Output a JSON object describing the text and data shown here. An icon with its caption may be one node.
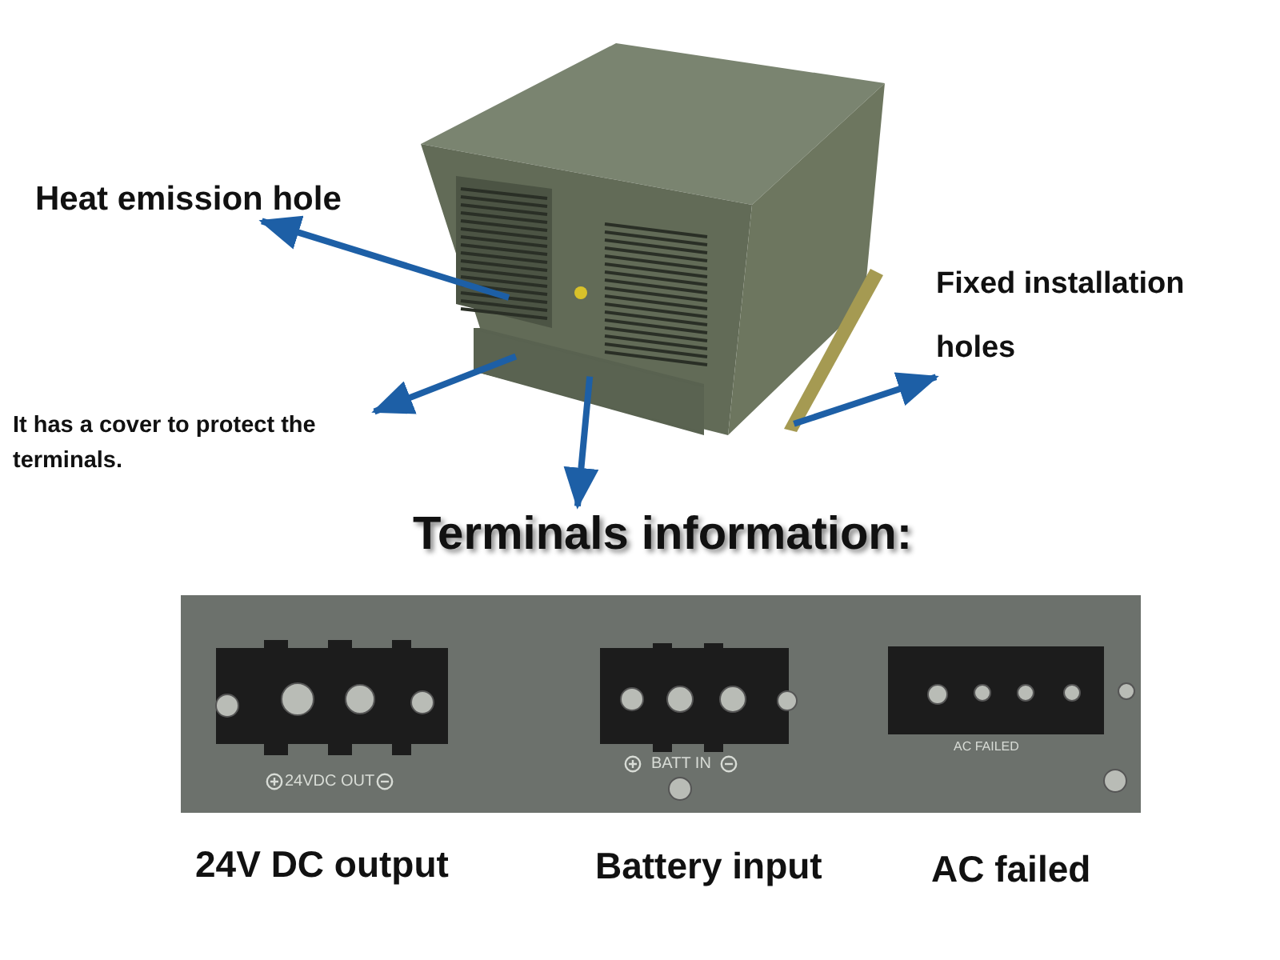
{
  "diagram": {
    "nodes": [
      {
        "text": [
          "Heat emission hole"
        ]
      },
      {
        "text": [],
        "shape": "picture"
      },
      {
        "text": [
          "It has a cover to protect the terminals."
        ]
      },
      {
        "text": [],
        "shape": "picture"
      },
      {
        "text": [
          "Terminals information:"
        ]
      },
      {
        "text": [
          "Fixed installation holes"
        ]
      },
      {
        "text": [],
        "shape": "picture"
      }
    ],
    "edges": [
      {
        "from": 1,
        "to": 0,
        "arrow": "to"
      },
      {
        "from": 3,
        "to": 2,
        "arrow": "to"
      },
      {
        "from": 3,
        "to": 4,
        "arrow": "to"
      },
      {
        "from": 6,
        "to": 5,
        "arrow": "to"
      }
    ],
    "labels": [
      "24VDC OUT",
      "BATT IN",
      "AC FAILED",
      "24V DC output",
      "Battery input",
      "AC failed"
    ]
  }
}
